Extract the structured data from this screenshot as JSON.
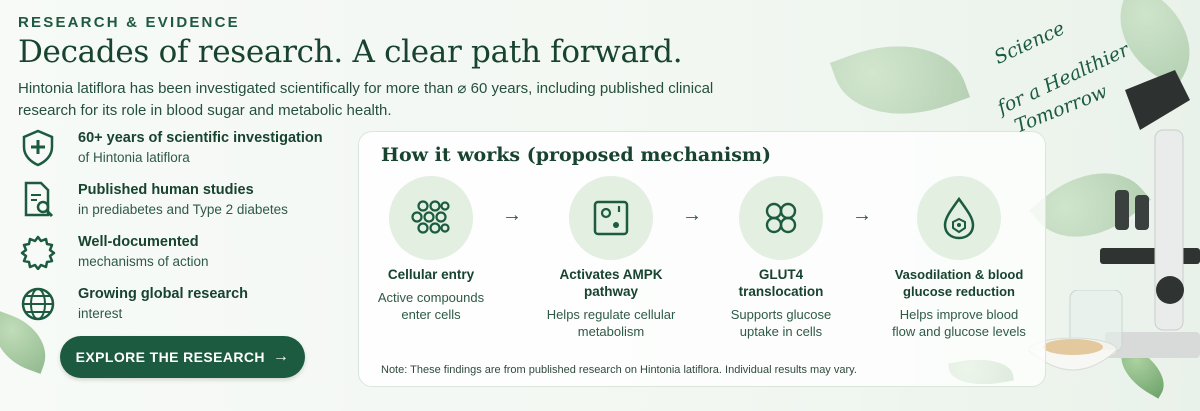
{
  "eyebrow": "RESEARCH & EVIDENCE",
  "title": "Decades of research. A clear path forward.",
  "intro": "Hintonia latiflora has been investigated scientifically for more than ⌀ 60 years, including published clinical research for its role in blood sugar and metabolic health.",
  "features": [
    {
      "icon": "shield-cross-icon",
      "title": "60+ years of scientific investigation",
      "subtitle": "of Hintonia latiflora"
    },
    {
      "icon": "document-search-icon",
      "title": "Published human studies",
      "subtitle": "in prediabetes and Type 2 diabetes"
    },
    {
      "icon": "gear-icon",
      "title": "Well-documented",
      "subtitle": "mechanisms of action"
    },
    {
      "icon": "globe-icon",
      "title": "Growing global research",
      "subtitle": "interest"
    }
  ],
  "cta": {
    "label": "EXPLORE THE RESEARCH",
    "arrow": "→"
  },
  "mechanism": {
    "title": "How it works (proposed mechanism)",
    "steps": [
      {
        "icon": "cells-icon",
        "title": "Cellular entry",
        "subtitle": "Active compounds enter cells"
      },
      {
        "icon": "cell-energy-icon",
        "title": "Activates AMPK pathway",
        "subtitle": "Helps regulate cellular metabolism"
      },
      {
        "icon": "glut4-icon",
        "title": "GLUT4 translocation",
        "subtitle": "Supports glucose uptake in cells"
      },
      {
        "icon": "blood-drop-icon",
        "title": "Vasodilation & blood glucose reduction",
        "subtitle": "Helps improve blood flow and glucose levels"
      }
    ],
    "arrow": "→",
    "note": "Note: These findings are from published research on Hintonia latiflora. Individual results may vary."
  },
  "tagline": {
    "line1": "Science",
    "line2": "for a Healthier",
    "line3": "Tomorrow"
  },
  "colors": {
    "primary": "#1c5b3f",
    "accent_light": "#e2efe1",
    "text_dark": "#17432f"
  }
}
